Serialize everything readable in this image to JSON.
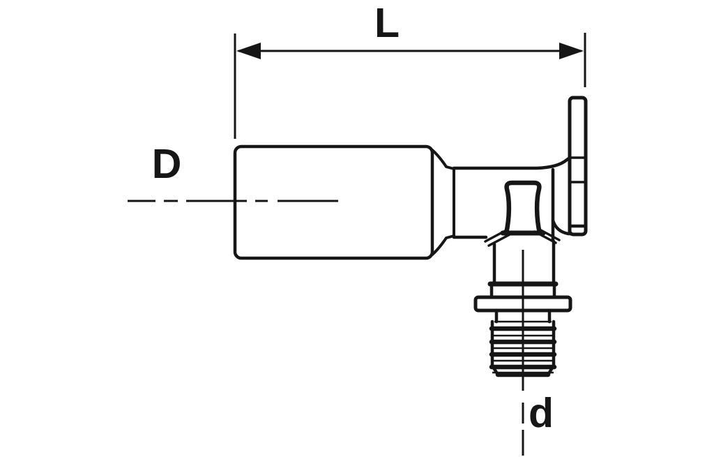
{
  "diagram": {
    "background_color": "#ffffff",
    "line_color": "#161616",
    "labels": {
      "length": "L",
      "body_diameter": "D",
      "outlet_diameter": "d"
    }
  }
}
